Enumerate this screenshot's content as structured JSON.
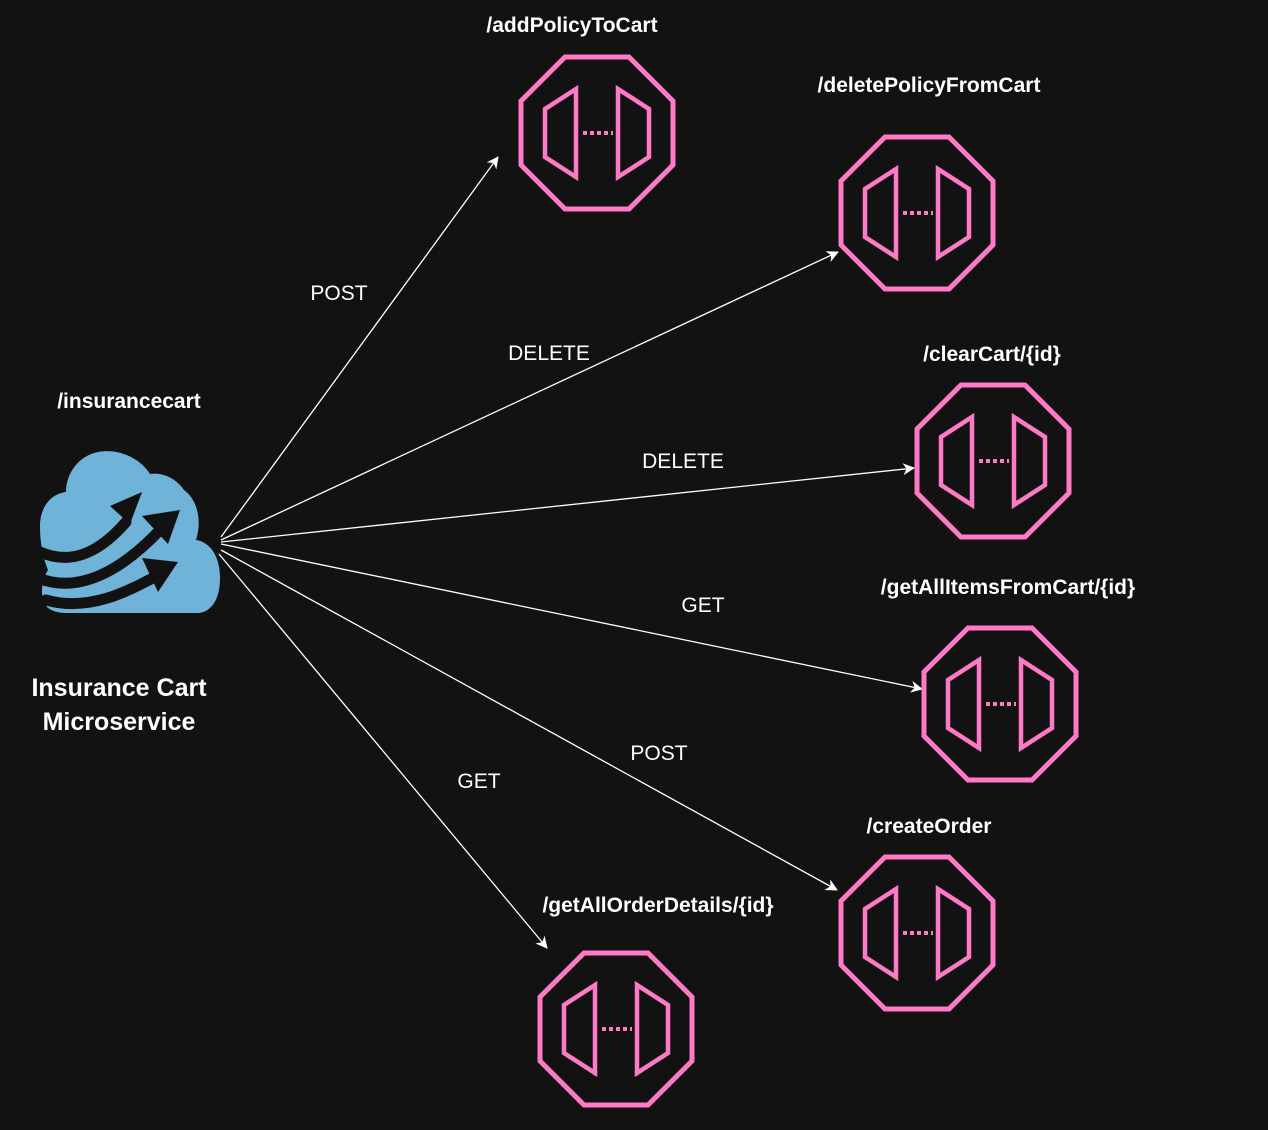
{
  "colors": {
    "background": "#121212",
    "endpoint_icon": "#ff7ac6",
    "service_icon": "#6fb3d9",
    "service_arrows": "#121212",
    "edges": "#ffffff",
    "text": "#ffffff"
  },
  "service": {
    "path_label": "/insurancecart",
    "name_line1": "Insurance Cart",
    "name_line2": "Microservice",
    "icon": "cloud-arrows-icon"
  },
  "endpoints": [
    {
      "id": "add-policy-to-cart",
      "label": "/addPolicyToCart",
      "method": "POST",
      "icon": "api-gateway-endpoint-icon"
    },
    {
      "id": "delete-policy-from-cart",
      "label": "/deletePolicyFromCart",
      "method": "DELETE",
      "icon": "api-gateway-endpoint-icon"
    },
    {
      "id": "clear-cart",
      "label": "/clearCart/{id}",
      "method": "DELETE",
      "icon": "api-gateway-endpoint-icon"
    },
    {
      "id": "get-all-items-from-cart",
      "label": "/getAllItemsFromCart/{id}",
      "method": "GET",
      "icon": "api-gateway-endpoint-icon"
    },
    {
      "id": "create-order",
      "label": "/createOrder",
      "method": "POST",
      "icon": "api-gateway-endpoint-icon"
    },
    {
      "id": "get-all-order-details",
      "label": "/getAllOrderDetails/{id}",
      "method": "GET",
      "icon": "api-gateway-endpoint-icon"
    }
  ]
}
